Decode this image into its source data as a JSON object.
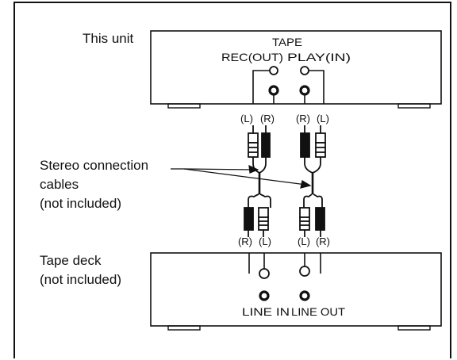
{
  "labels": {
    "this_unit": "This unit",
    "tape_deck_line1": "Tape deck",
    "tape_deck_line2": "(not included)",
    "cables_line1": "Stereo connection",
    "cables_line2": "cables",
    "cables_line3": "(not included)"
  },
  "unit": {
    "header": "TAPE",
    "rec_out": "REC(OUT)",
    "play_in": "PLAY(IN)"
  },
  "deck": {
    "line_in": "LINE IN",
    "line_out": "LINE OUT"
  },
  "channels": {
    "left": "(L)",
    "right": "(R)"
  },
  "colors": {
    "ink": "#111111",
    "paper": "#ffffff"
  }
}
